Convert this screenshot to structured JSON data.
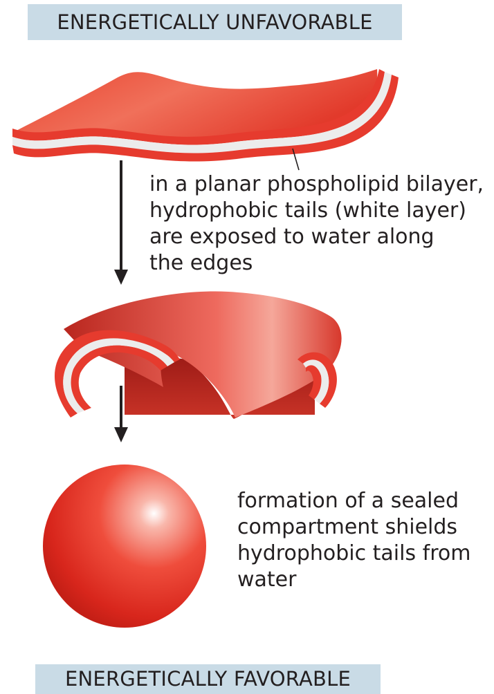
{
  "banners": {
    "top": "ENERGETICALLY UNFAVORABLE",
    "bottom": "ENERGETICALLY FAVORABLE"
  },
  "captions": {
    "planar": [
      "in a planar phospholipid bilayer,",
      "hydrophobic tails (white layer)",
      "are exposed to water along",
      "the edges"
    ],
    "sealed": [
      "formation of a sealed",
      "compartment shields",
      "hydrophobic tails from",
      "water"
    ]
  },
  "colors": {
    "banner": "#c9dbe6",
    "membrane": "#e63b2e",
    "membrane_dark": "#b8231c",
    "tails": "#ececec",
    "text": "#231f20"
  }
}
